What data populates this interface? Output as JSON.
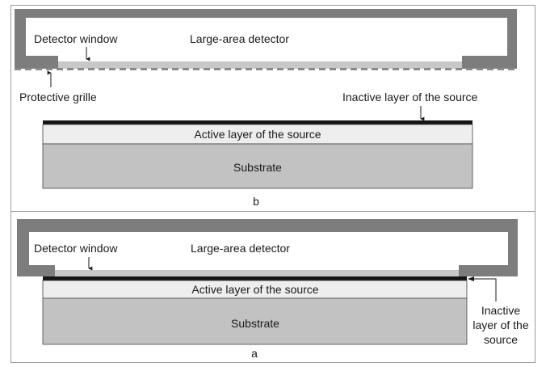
{
  "panel_b": {
    "detector_window_label": "Detector window",
    "detector_label": "Large-area detector",
    "grille_label": "Protective grille",
    "inactive_label": "Inactive layer of the source",
    "active_label": "Active layer of the source",
    "substrate_label": "Substrate",
    "panel_letter": "b"
  },
  "panel_a": {
    "detector_window_label": "Detector window",
    "detector_label": "Large-area detector",
    "inactive_label_lines": [
      "Inactive",
      "layer of the",
      "source"
    ],
    "active_label": "Active layer of the source",
    "substrate_label": "Substrate",
    "panel_letter": "a"
  },
  "colors": {
    "detector_body": "#7d7d7d",
    "window": "#c8c8c8",
    "inactive_layer": "#151515",
    "active_layer": "#eeeeee",
    "substrate": "#c2c2c2",
    "frame": "#9a9a9a"
  }
}
